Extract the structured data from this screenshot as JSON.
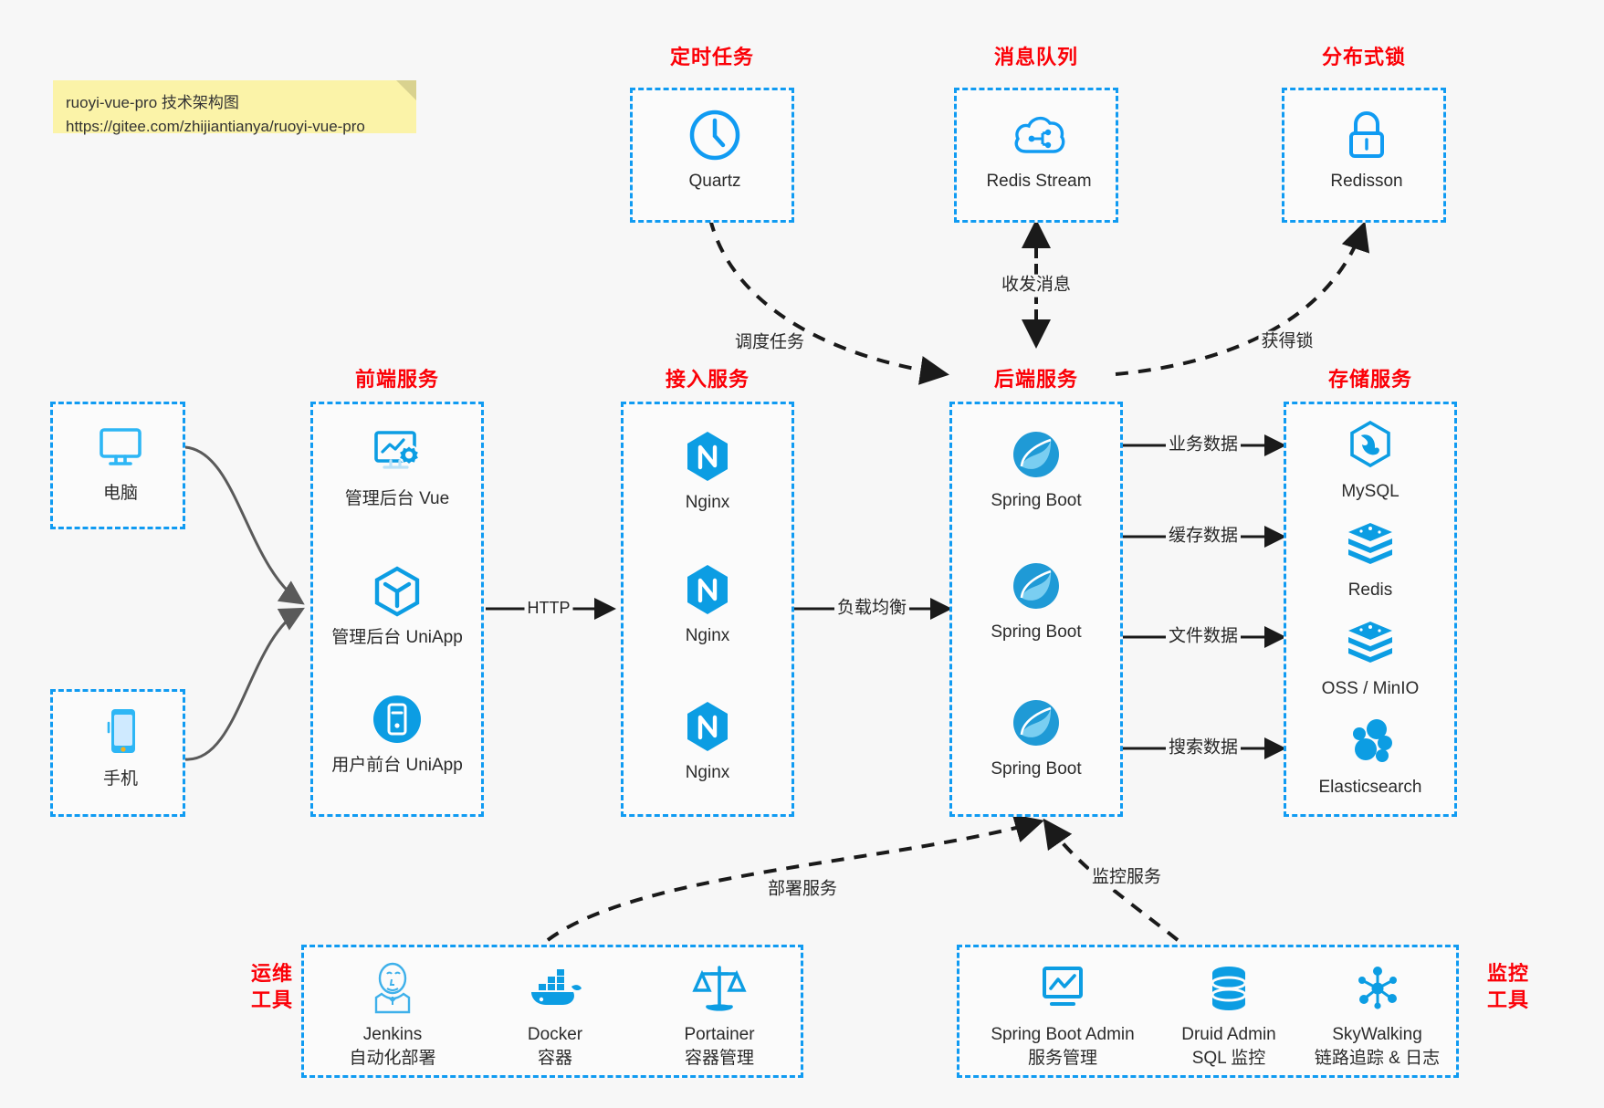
{
  "note": {
    "line1": "ruoyi-vue-pro 技术架构图",
    "line2": "https://gitee.com/zhijiantianya/ruoyi-vue-pro"
  },
  "colors": {
    "accent_blue": "#109bf2",
    "icon_blue": "#0c9de3",
    "title_red": "#fb0007",
    "background": "#f7f7f7",
    "note_yellow": "#fbf3a8",
    "edge_gray": "#5a5a5a",
    "edge_black": "#1a1a1a"
  },
  "groups": {
    "scheduler": {
      "title": "定时任务",
      "nodes": [
        {
          "label": "Quartz",
          "icon": "clock-icon"
        }
      ]
    },
    "mq": {
      "title": "消息队列",
      "nodes": [
        {
          "label": "Redis Stream",
          "icon": "cloud-stream-icon"
        }
      ]
    },
    "lock": {
      "title": "分布式锁",
      "nodes": [
        {
          "label": "Redisson",
          "icon": "lock-icon"
        }
      ]
    },
    "client_pc": {
      "title": "",
      "nodes": [
        {
          "label": "电脑",
          "icon": "desktop-icon"
        }
      ]
    },
    "client_mobile": {
      "title": "",
      "nodes": [
        {
          "label": "手机",
          "icon": "phone-icon"
        }
      ]
    },
    "frontend": {
      "title": "前端服务",
      "nodes": [
        {
          "label": "管理后台 Vue",
          "icon": "dashboard-icon"
        },
        {
          "label": "管理后台 UniApp",
          "icon": "cube-icon"
        },
        {
          "label": "用户前台 UniApp",
          "icon": "mobile-app-icon"
        }
      ]
    },
    "gateway": {
      "title": "接入服务",
      "nodes": [
        {
          "label": "Nginx",
          "icon": "nginx-icon"
        },
        {
          "label": "Nginx",
          "icon": "nginx-icon"
        },
        {
          "label": "Nginx",
          "icon": "nginx-icon"
        }
      ]
    },
    "backend": {
      "title": "后端服务",
      "nodes": [
        {
          "label": "Spring Boot",
          "icon": "spring-icon"
        },
        {
          "label": "Spring Boot",
          "icon": "spring-icon"
        },
        {
          "label": "Spring Boot",
          "icon": "spring-icon"
        }
      ]
    },
    "storage": {
      "title": "存储服务",
      "nodes": [
        {
          "label": "MySQL",
          "icon": "mysql-icon"
        },
        {
          "label": "Redis",
          "icon": "redis-icon"
        },
        {
          "label": "OSS / MinIO",
          "icon": "oss-icon"
        },
        {
          "label": "Elasticsearch",
          "icon": "elasticsearch-icon"
        }
      ]
    },
    "devops": {
      "title": "运维\n工具",
      "title_line1": "运维",
      "title_line2": "工具",
      "nodes": [
        {
          "label": "Jenkins",
          "sublabel": "自动化部署",
          "icon": "jenkins-icon"
        },
        {
          "label": "Docker",
          "sublabel": "容器",
          "icon": "docker-icon"
        },
        {
          "label": "Portainer",
          "sublabel": "容器管理",
          "icon": "scales-icon"
        }
      ]
    },
    "monitoring": {
      "title_line1": "监控",
      "title_line2": "工具",
      "nodes": [
        {
          "label": "Spring Boot Admin",
          "sublabel": "服务管理",
          "icon": "monitor-chart-icon"
        },
        {
          "label": "Druid Admin",
          "sublabel": "SQL 监控",
          "icon": "database-icon"
        },
        {
          "label": "SkyWalking",
          "sublabel": "链路追踪 & 日志",
          "icon": "skywalking-icon"
        }
      ]
    }
  },
  "edges": [
    {
      "id": "e-http",
      "label": "HTTP",
      "from": "frontend",
      "to": "gateway"
    },
    {
      "id": "e-lb",
      "label": "负载均衡",
      "from": "gateway",
      "to": "backend"
    },
    {
      "id": "e-schedule",
      "label": "调度任务",
      "from": "scheduler",
      "to": "backend"
    },
    {
      "id": "e-mq",
      "label": "收发消息",
      "from": "mq",
      "to": "backend"
    },
    {
      "id": "e-lock",
      "label": "获得锁",
      "from": "backend",
      "to": "lock"
    },
    {
      "id": "e-business",
      "label": "业务数据",
      "from": "backend",
      "to": "storage"
    },
    {
      "id": "e-cache",
      "label": "缓存数据",
      "from": "backend",
      "to": "storage"
    },
    {
      "id": "e-file",
      "label": "文件数据",
      "from": "backend",
      "to": "storage"
    },
    {
      "id": "e-search",
      "label": "搜索数据",
      "from": "backend",
      "to": "storage"
    },
    {
      "id": "e-deploy",
      "label": "部署服务",
      "from": "devops",
      "to": "backend"
    },
    {
      "id": "e-monitor",
      "label": "监控服务",
      "from": "monitoring",
      "to": "backend"
    }
  ]
}
